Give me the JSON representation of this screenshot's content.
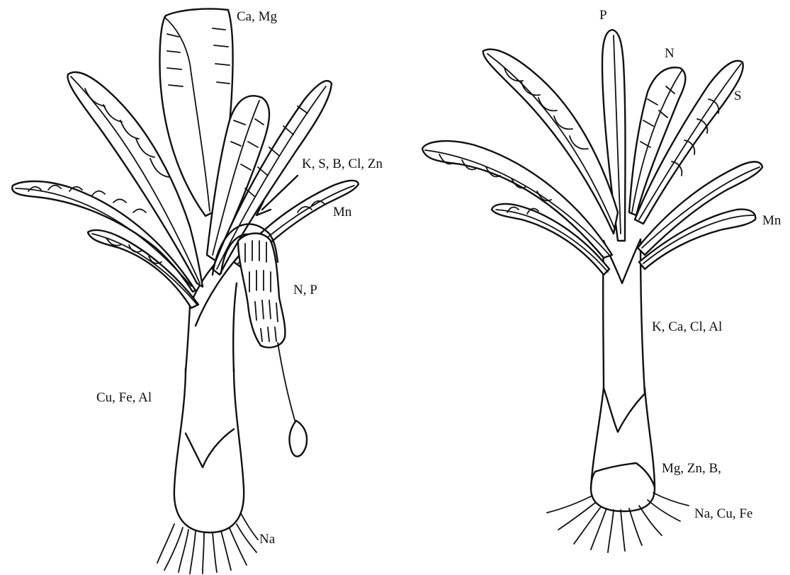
{
  "left_plant": {
    "labels": {
      "top_leaf": "Ca, Mg",
      "arrow_leaf": "K, S, B, Cl, Zn",
      "side_leaf": "Mn",
      "fruit": "N, P",
      "pseudostem": "Cu, Fe, Al",
      "roots": "Na"
    }
  },
  "right_plant": {
    "labels": {
      "spike_leaf": "P",
      "young_leaf": "N",
      "upper_leaf": "S",
      "side_leaf": "Mn",
      "pseudostem": "K, Ca, Cl, Al",
      "corm": "Mg, Zn, B,",
      "roots": "Na, Cu, Fe"
    }
  }
}
